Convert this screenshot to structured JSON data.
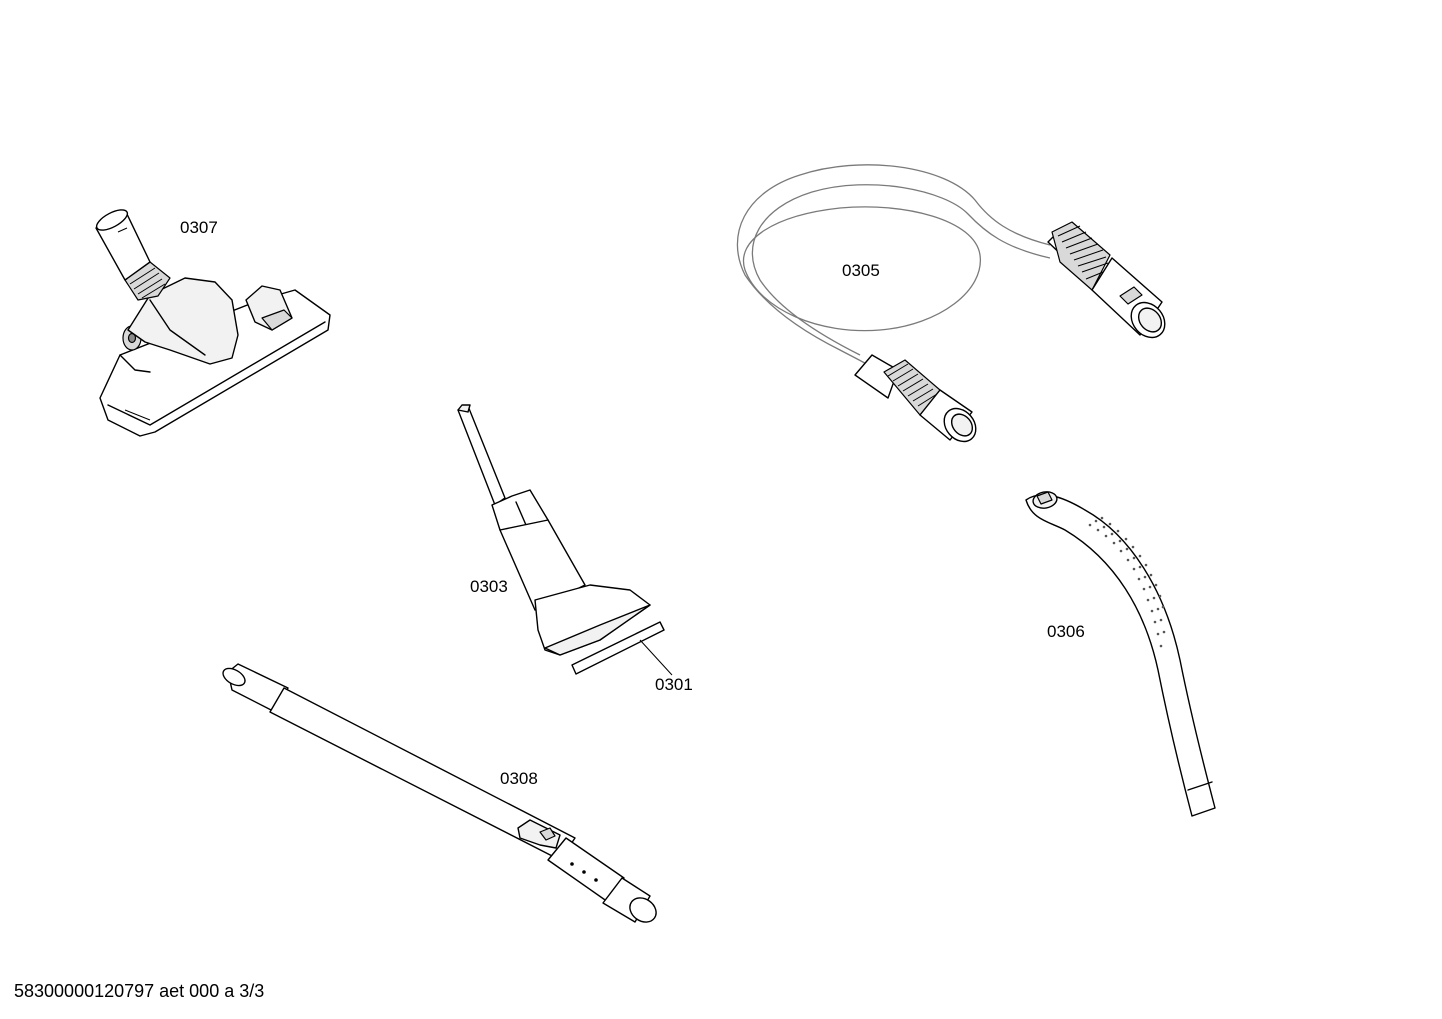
{
  "parts": [
    {
      "id": "floor-nozzle",
      "label": "0307"
    },
    {
      "id": "suction-hose",
      "label": "0305"
    },
    {
      "id": "upholstery-nozzle",
      "label": "0303"
    },
    {
      "id": "nozzle-strip",
      "label": "0301"
    },
    {
      "id": "hose-handle",
      "label": "0306"
    },
    {
      "id": "telescopic-tube",
      "label": "0308"
    }
  ],
  "footer": {
    "doc_code": "58300000120797 aet 000 a 3/3"
  }
}
